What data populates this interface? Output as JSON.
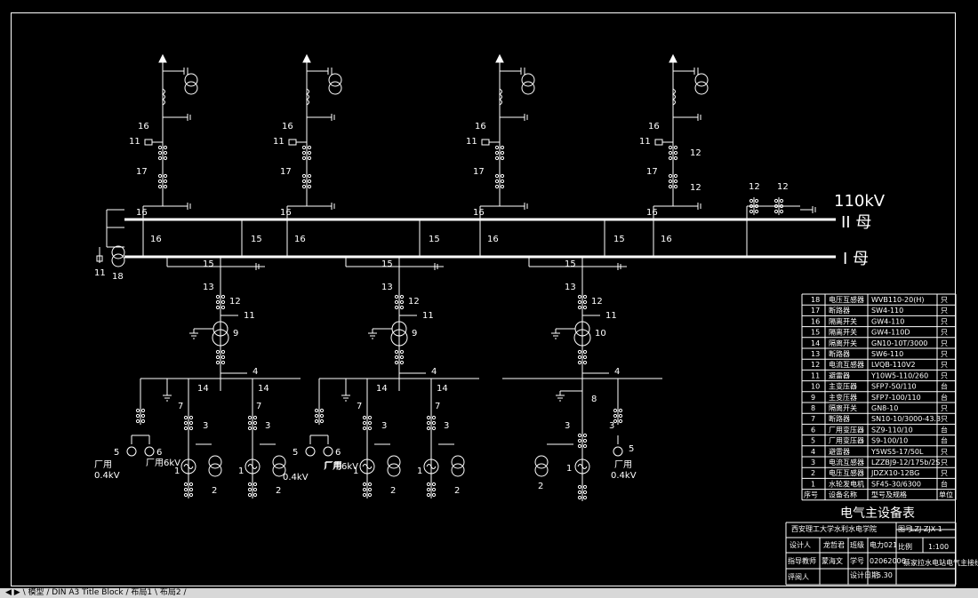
{
  "bus": {
    "voltage": "110kV",
    "bus2": "II 母",
    "bus1": "I 母"
  },
  "labels": {
    "n16": "16",
    "n17": "17",
    "n11": "11",
    "n12": "12",
    "n15": "15",
    "n18": "18",
    "n13": "13",
    "n9": "9",
    "n10": "10",
    "n4": "4",
    "n14": "14",
    "n7": "7",
    "n3": "3",
    "n8": "8",
    "n5": "5",
    "n6": "6",
    "n1": "1",
    "n2": "2",
    "aux_04": "厂用",
    "aux_04_v": "0.4kV",
    "aux_6": "厂用6kV"
  },
  "table": {
    "title": "电气主设备表",
    "header": [
      "序号",
      "设备名称",
      "型号及规格",
      "单位"
    ],
    "rows": [
      [
        "18",
        "电压互感器",
        "WVB110-20(H)",
        "只"
      ],
      [
        "17",
        "断路器",
        "SW4-110",
        "只"
      ],
      [
        "16",
        "隔离开关",
        "GW4-110",
        "只"
      ],
      [
        "15",
        "隔离开关",
        "GW4-110D",
        "只"
      ],
      [
        "14",
        "隔离开关",
        "GN10-10T/3000",
        "只"
      ],
      [
        "13",
        "断路器",
        "SW6-110",
        "只"
      ],
      [
        "12",
        "电流互感器",
        "LVQB-110V2",
        "只"
      ],
      [
        "11",
        "避雷器",
        "Y10W5-110/260",
        "只"
      ],
      [
        "10",
        "主变压器",
        "SFP7-50/110",
        "台"
      ],
      [
        "9",
        "主变压器",
        "SFP7-100/110",
        "台"
      ],
      [
        "8",
        "隔离开关",
        "GN8-10",
        "只"
      ],
      [
        "7",
        "断路器",
        "SN10-10/3000-43.3",
        "只"
      ],
      [
        "6",
        "厂用变压器",
        "SZ9-110/10",
        "台"
      ],
      [
        "5",
        "厂用变压器",
        "S9-100/10",
        "台"
      ],
      [
        "4",
        "避雷器",
        "Y5WS5-17/50L",
        "只"
      ],
      [
        "3",
        "电流互感器",
        "LZZBJ9-12/175b/2S",
        "只"
      ],
      [
        "2",
        "电压互感器",
        "JDZX10-12BG",
        "只"
      ],
      [
        "1",
        "水轮发电机",
        "SF45-30/6300",
        "台"
      ]
    ]
  },
  "titleblock": {
    "school": "西安理工大学水利水电学院",
    "drawing_no_label": "图号",
    "drawing_no": "LZJ-ZJX-1",
    "designer_label": "设计人",
    "designer": "龙哲君",
    "class_label": "班级",
    "class": "电力021",
    "scale_label": "比例",
    "scale": "1:100",
    "advisor_label": "指导教师",
    "advisor": "蒙海文",
    "student_no_label": "学号",
    "student_no": "02062006",
    "reviewer_label": "评阅人",
    "date_label": "设计日期",
    "date": "5.30",
    "drawing_title": "蔡家拉水电站电气主接线图"
  },
  "tabs": "◀ ▶ \\ 模型 / DIN A3 Title Block / 布局1 \\ 布局2 /"
}
